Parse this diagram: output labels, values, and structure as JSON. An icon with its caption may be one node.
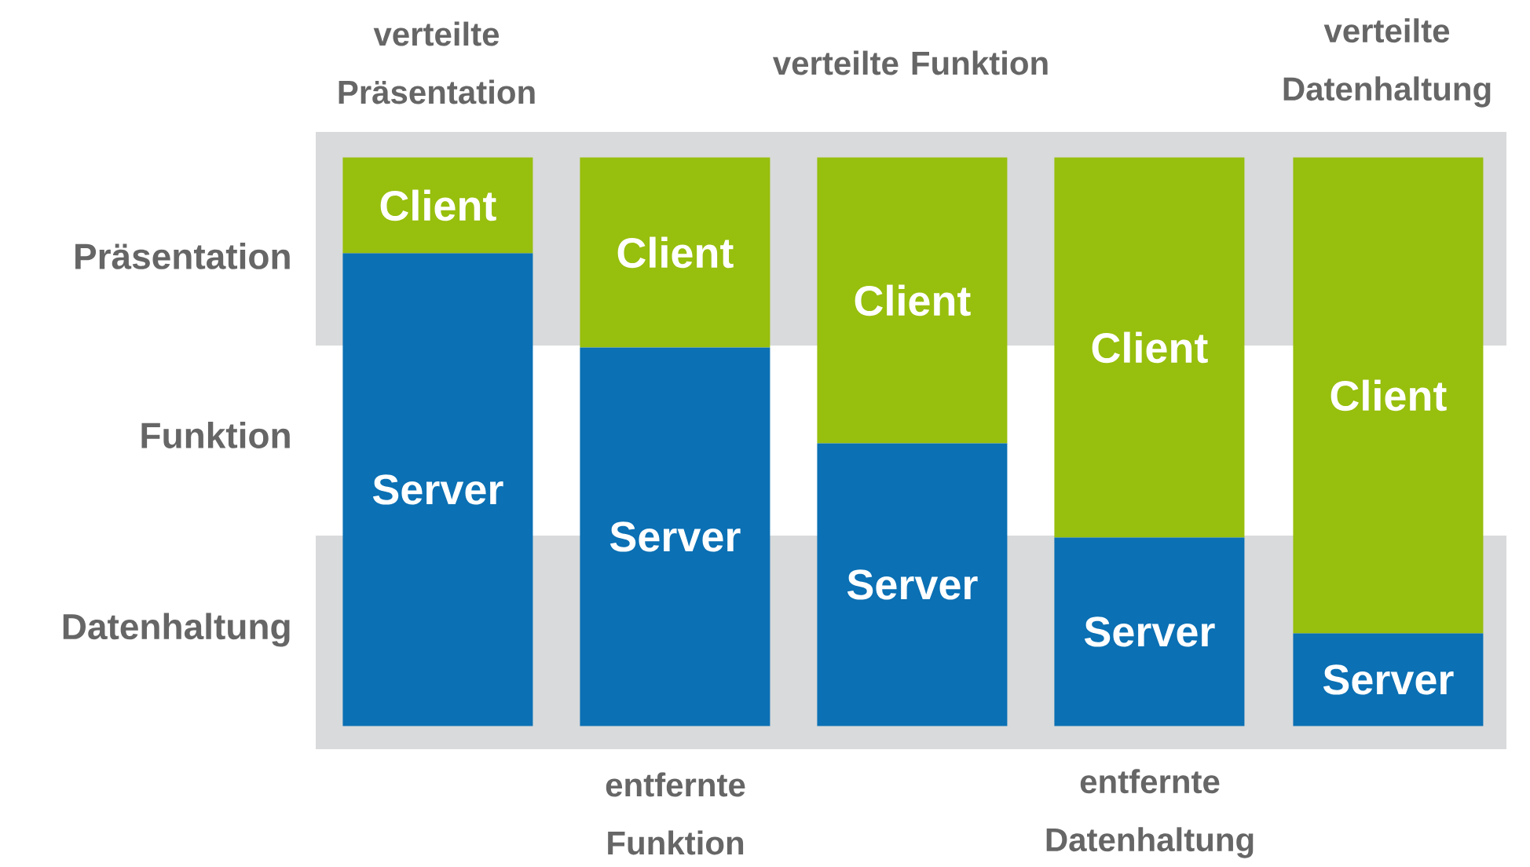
{
  "diagram": {
    "nodes": [
      {
        "text": [
          "Client"
        ]
      },
      {
        "text": [
          "Server"
        ]
      },
      {
        "text": [
          "Client"
        ]
      },
      {
        "text": [
          "Server"
        ]
      },
      {
        "text": [
          "Client"
        ]
      },
      {
        "text": [
          "Server"
        ]
      },
      {
        "text": [
          "Client"
        ]
      },
      {
        "text": [
          "Server"
        ]
      },
      {
        "text": [
          "Client"
        ]
      },
      {
        "text": [
          "Server"
        ]
      }
    ],
    "labels": [
      "verteilte Präsentation",
      "verteilte Funktion",
      "verteilte Datenhaltung",
      "Präsentation",
      "Funktion",
      "Datenhaltung",
      "entfernte Funktion",
      "entfernte Datenhaltung"
    ]
  }
}
